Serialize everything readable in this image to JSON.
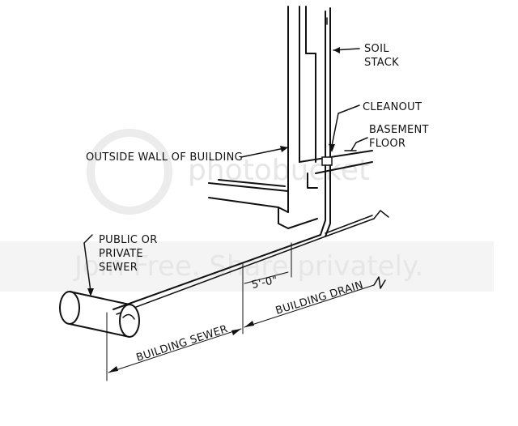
{
  "watermark": {
    "brand": "photobucket",
    "tagline": "Join Free. Share privately."
  },
  "labels": {
    "soil_stack_1": "SOIL",
    "soil_stack_2": "STACK",
    "cleanout": "CLEANOUT",
    "basement_1": "BASEMENT",
    "basement_2": "FLOOR",
    "outside_wall": "OUTSIDE WALL OF BUILDING",
    "sewer_1": "PUBLIC OR",
    "sewer_2": "PRIVATE",
    "sewer_3": "SEWER",
    "dimension": "5'-0\"",
    "building_drain": "BUILDING DRAIN",
    "building_sewer": "BUILDING SEWER"
  }
}
